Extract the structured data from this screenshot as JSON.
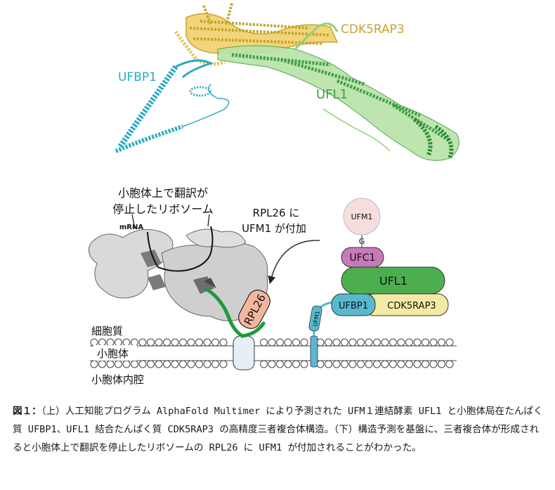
{
  "structure": {
    "labels": {
      "ufbp1": "UFBP1",
      "cdk5rap3": "CDK5RAP3",
      "ufl1": "UFL1"
    },
    "colors": {
      "ufbp1": "#2aaac3",
      "cdk5rap3": "#c3a52f",
      "ufl1": "#3e9f45",
      "ufl1_light": "#8fd07a",
      "cdk5rap3_fill": "#f2d57a"
    }
  },
  "schematic": {
    "ribosome_label_line1": "小胞体上で翻訳が",
    "ribosome_label_line2": "停止したリボソーム",
    "mrna_label": "mRNA",
    "rpl26_label_line1": "RPL26 に",
    "rpl26_label_line2": "UFM1 が付加",
    "rpl26": "RPL26",
    "ufm1": "UFM1",
    "g": "G",
    "ufc1": "UFC1",
    "ufl1": "UFL1",
    "ufbp1": "UFBP1",
    "cdk5rap3": "CDK5RAP3",
    "ufm1_small": "UFM1",
    "cytoplasm": "細胞質",
    "er": "小胞体",
    "er_lumen": "小胞体内腔",
    "colors": {
      "ufm1": "#f6dede",
      "ufc1": "#c77ab8",
      "ufl1": "#4dae4f",
      "ufbp1": "#58b8cf",
      "cdk5rap3": "#f3eba3",
      "rpl26": "#f5b6a0",
      "green_line": "#1f9a3a"
    }
  },
  "caption": {
    "fig_label": "図１：",
    "text": "（上）人工知能プログラム AlphaFold Multimer により予測された UFM１連結酵素 UFL1 と小胞体局在たんぱく質 UFBP1、UFL1 結合たんぱく質 CDK5RAP3 の高精度三者複合体構造。（下）構造予測を基盤に、三者複合体が形成されると小胞体上で翻訳を停止したリボソームの RPL26 に UFM1 が付加されることがわかった。"
  }
}
